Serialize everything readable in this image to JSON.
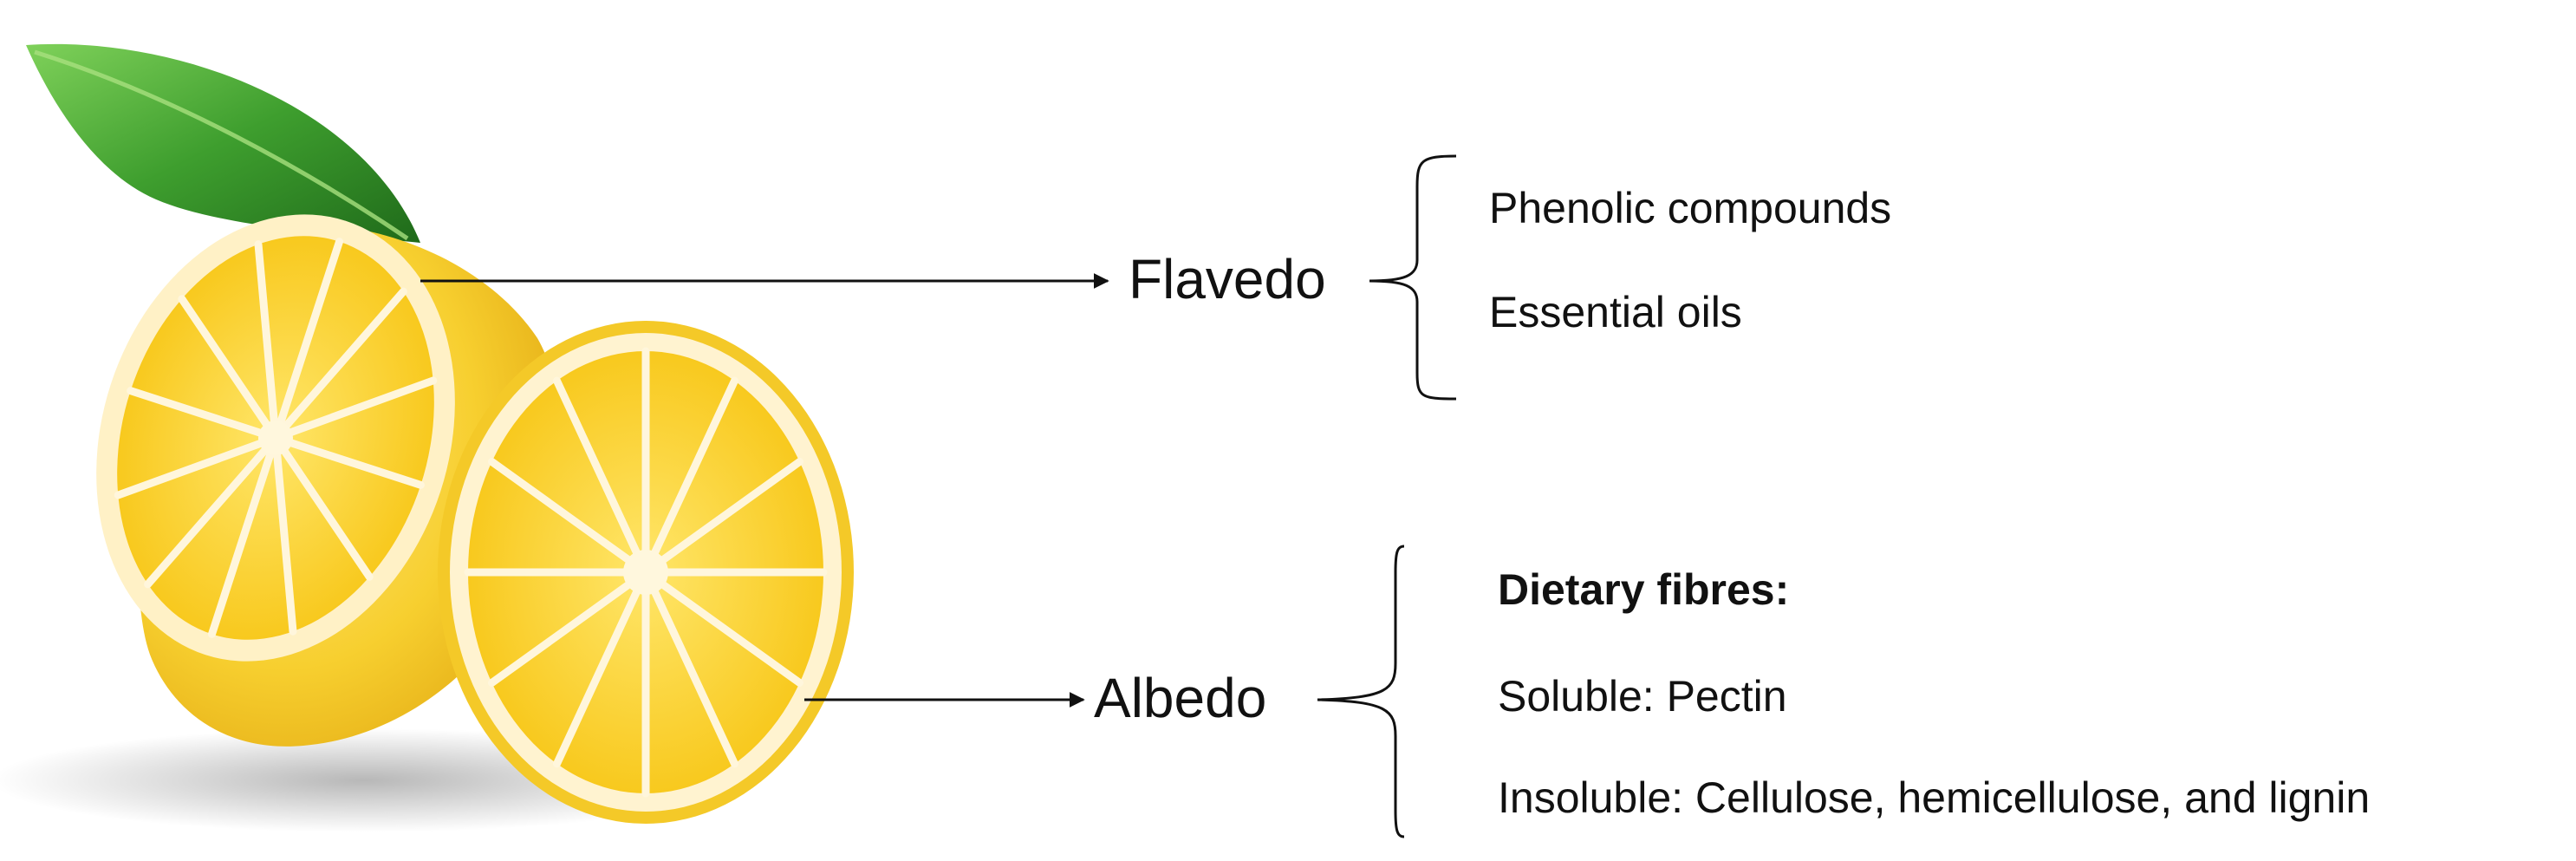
{
  "flavedo": {
    "label": "Flavedo",
    "components": [
      "Phenolic  compounds",
      "Essential oils"
    ]
  },
  "albedo": {
    "label": "Albedo",
    "heading": "Dietary fibres:",
    "components": [
      "Soluble: Pectin",
      "Insoluble: Cellulose, hemicellulose, and lignin"
    ]
  },
  "colors": {
    "lemon_peel": "#F5CC2E",
    "lemon_flesh": "#FBD63A",
    "pith": "#FFF6DC",
    "leaf": "#3E9E2E",
    "line": "#111111"
  }
}
